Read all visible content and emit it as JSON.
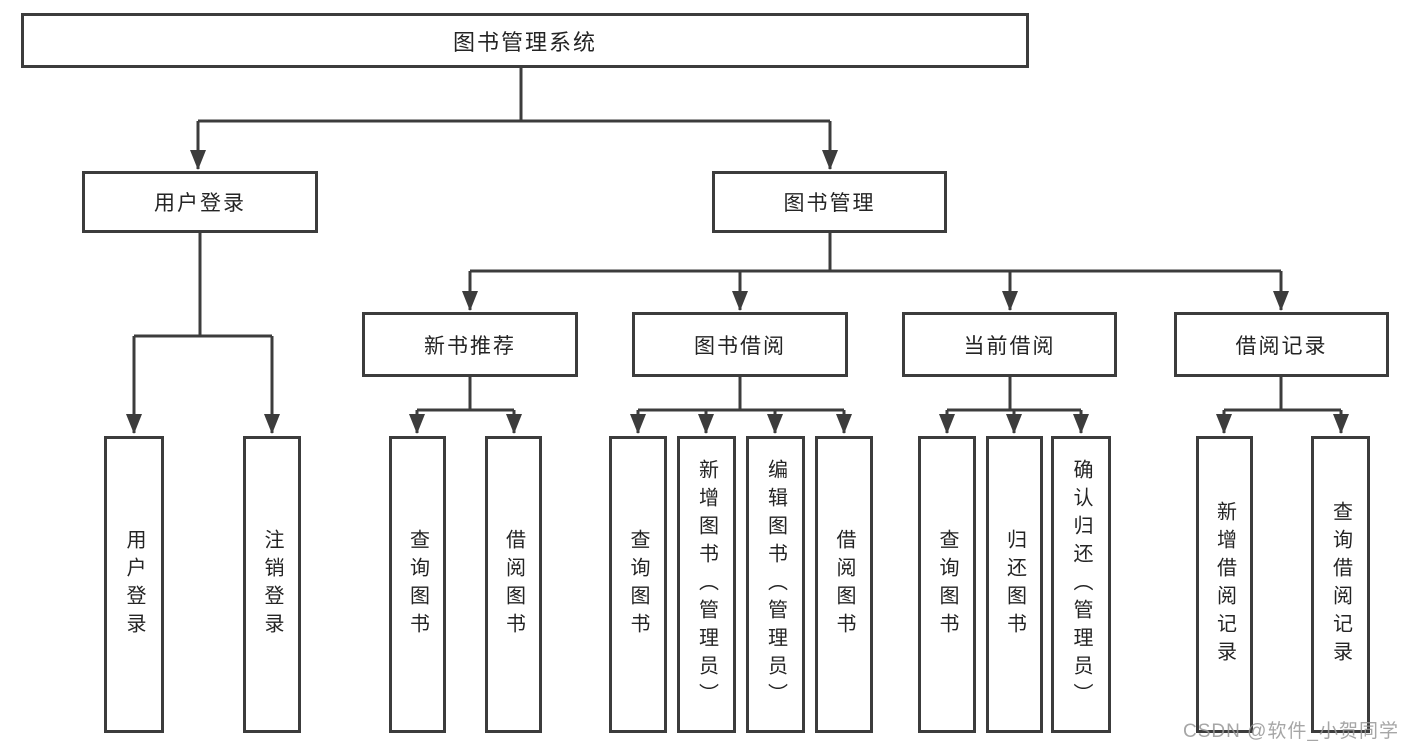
{
  "colors": {
    "line": "#3c3c3c",
    "text": "#242424",
    "box_background": "#ffffff",
    "watermark": "#969696"
  },
  "tree": {
    "root": "图书管理系统",
    "branches": [
      {
        "label": "用户登录",
        "children": [
          "用户登录",
          "注销登录"
        ]
      },
      {
        "label": "图书管理",
        "groups": [
          {
            "label": "新书推荐",
            "children": [
              "查询图书",
              "借阅图书"
            ]
          },
          {
            "label": "图书借阅",
            "children": [
              "查询图书",
              "新增图书（管理员）",
              "编辑图书（管理员）",
              "借阅图书"
            ]
          },
          {
            "label": "当前借阅",
            "children": [
              "查询图书",
              "归还图书",
              "确认归还（管理员）"
            ]
          },
          {
            "label": "借阅记录",
            "children": [
              "新增借阅记录",
              "查询借阅记录"
            ]
          }
        ]
      }
    ]
  },
  "watermark": {
    "text": "CSDN @软件_小贺同学"
  }
}
